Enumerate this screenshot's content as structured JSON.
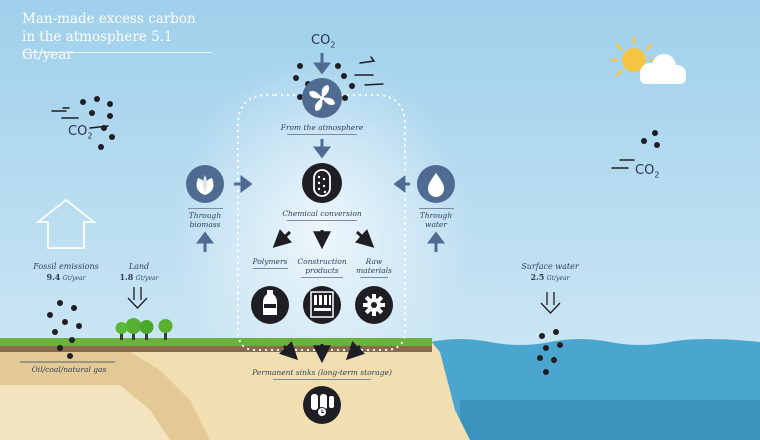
{
  "title": {
    "line1": "Man-made excess carbon",
    "line2": "in the atmosphere 5.1 Gt/year"
  },
  "co2": {
    "base": "CO",
    "sub": "2"
  },
  "labels": {
    "from_atmosphere": "From the atmosphere",
    "through_biomass_1": "Through",
    "through_biomass_2": "biomass",
    "through_water_1": "Through",
    "through_water_2": "water",
    "chemical_conversion": "Chemical conversion",
    "polymers": "Polymers",
    "construction_1": "Construction",
    "construction_2": "products",
    "raw_1": "Raw",
    "raw_2": "materials",
    "permanent_sinks": "Permanent sinks (long-term storage)",
    "oil_coal_gas": "Oil/coal/natural gas"
  },
  "sources": {
    "fossil": {
      "name": "Fossil emissions",
      "value": "9.4",
      "unit": "Gt/year"
    },
    "land": {
      "name": "Land",
      "value": "1.8",
      "unit": "Gt/year"
    },
    "surface_water": {
      "name": "Surface water",
      "value": "2.5",
      "unit": "Gt/year"
    }
  },
  "icons": {
    "fan": "fan-icon",
    "leaf": "leaf-icon",
    "water": "water-drop-icon",
    "chem": "chemical-capsule-icon",
    "bottle": "bottle-icon",
    "building": "building-icon",
    "gear": "gear-icon",
    "storage": "storage-silo-icon",
    "sun": "sun-icon",
    "cloud": "cloud-icon",
    "tree": "tree-icon"
  },
  "colors": {
    "sky": "#bfe0f2",
    "node_blue": "#4f6b92",
    "node_dark": "#1e1e24",
    "ground_green": "#6ab23c",
    "soil": "#8a6a4e",
    "sand": "#f1dfb1",
    "sea": "#4aa6cf"
  }
}
